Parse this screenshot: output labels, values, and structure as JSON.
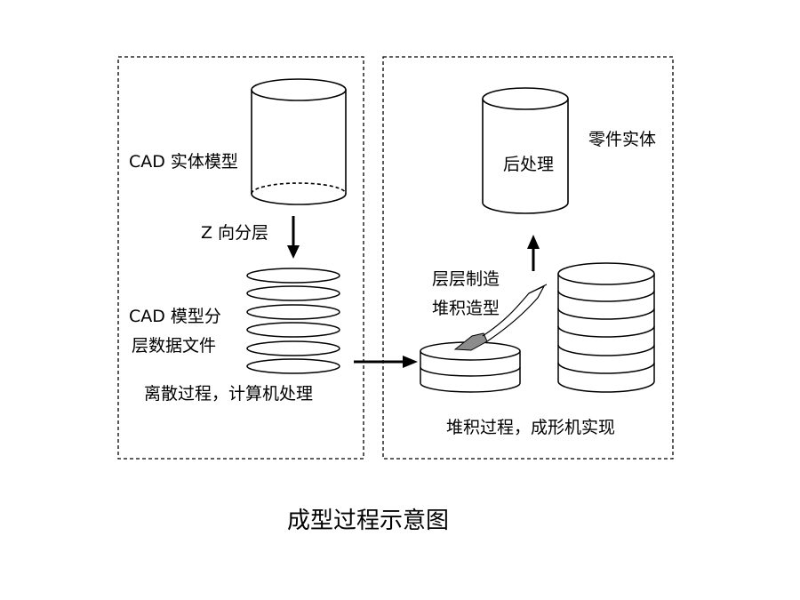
{
  "labels": {
    "cad_solid_model": "CAD 实体模型",
    "z_layering": "Z 向分层",
    "cad_layer_data_line1": "CAD 模型分",
    "cad_layer_data_line2": "层数据文件",
    "discrete_process": "离散过程，计算机处理",
    "post_processing": "后处理",
    "part_entity": "零件实体",
    "layer_manufacturing": "层层制造",
    "stacking_forming": "堆积造型",
    "stacking_process": "堆积过程，成形机实现"
  },
  "caption": "成型过程示意图"
}
